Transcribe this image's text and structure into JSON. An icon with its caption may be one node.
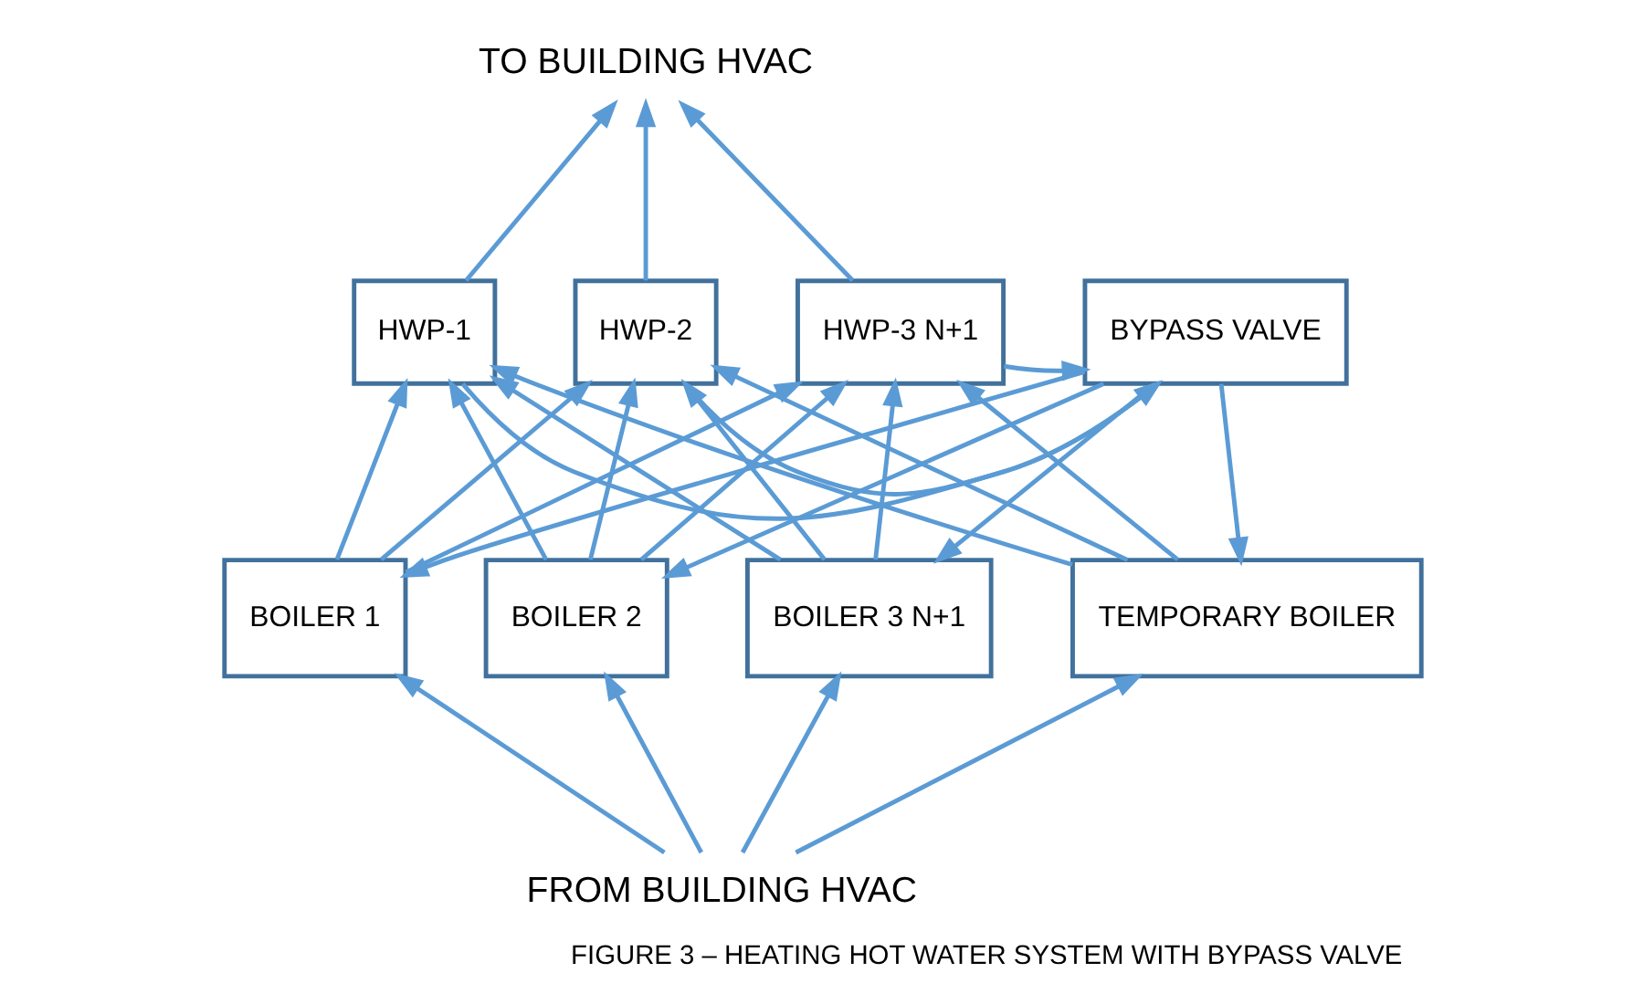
{
  "diagram": {
    "caption": "FIGURE 3 – HEATING HOT WATER SYSTEM WITH BYPASS VALVE",
    "nodes": [
      {
        "text": [
          "HWP-1"
        ]
      },
      {
        "text": [
          "HWP-2"
        ]
      },
      {
        "text": [
          "HWP-3 N+1"
        ]
      },
      {
        "text": [
          "BYPASS VALVE"
        ]
      },
      {
        "text": [
          "TO BUILDING HVAC"
        ]
      },
      {
        "text": [
          "FROM BUILDING HVAC"
        ]
      },
      {
        "text": [
          "BOILER 1"
        ]
      },
      {
        "text": [
          "BOILER 2"
        ]
      },
      {
        "text": [
          "BOILER 3 N+1"
        ]
      },
      {
        "text": [
          "TEMPORARY BOILER"
        ]
      }
    ],
    "edges": [
      {
        "from": 0,
        "to": 4,
        "arrow": "to"
      },
      {
        "from": 1,
        "to": 4,
        "arrow": "to"
      },
      {
        "from": 2,
        "to": 4,
        "arrow": "to"
      },
      {
        "from": 0,
        "to": 3,
        "arrow": "to"
      },
      {
        "from": 1,
        "to": 3,
        "arrow": "to"
      },
      {
        "from": 2,
        "to": 3,
        "arrow": "to"
      },
      {
        "from": 5,
        "to": 6,
        "arrow": "to"
      },
      {
        "from": 5,
        "to": 7,
        "arrow": "to"
      },
      {
        "from": 5,
        "to": 8,
        "arrow": "to"
      },
      {
        "from": 5,
        "to": 9,
        "arrow": "to"
      },
      {
        "from": 3,
        "to": 6,
        "arrow": "to"
      },
      {
        "from": 3,
        "to": 7,
        "arrow": "to"
      },
      {
        "from": 3,
        "to": 8,
        "arrow": "to"
      },
      {
        "from": 3,
        "to": 9,
        "arrow": "to"
      },
      {
        "from": 6,
        "to": 0,
        "arrow": "to"
      },
      {
        "from": 6,
        "to": 1,
        "arrow": "to"
      },
      {
        "from": 6,
        "to": 2,
        "arrow": "to"
      },
      {
        "from": 7,
        "to": 0,
        "arrow": "to"
      },
      {
        "from": 7,
        "to": 1,
        "arrow": "to"
      },
      {
        "from": 7,
        "to": 2,
        "arrow": "to"
      },
      {
        "from": 8,
        "to": 0,
        "arrow": "to"
      },
      {
        "from": 8,
        "to": 1,
        "arrow": "to"
      },
      {
        "from": 8,
        "to": 2,
        "arrow": "to"
      },
      {
        "from": 9,
        "to": 0,
        "arrow": "to"
      },
      {
        "from": 9,
        "to": 1,
        "arrow": "to"
      },
      {
        "from": 9,
        "to": 2,
        "arrow": "to"
      }
    ]
  }
}
